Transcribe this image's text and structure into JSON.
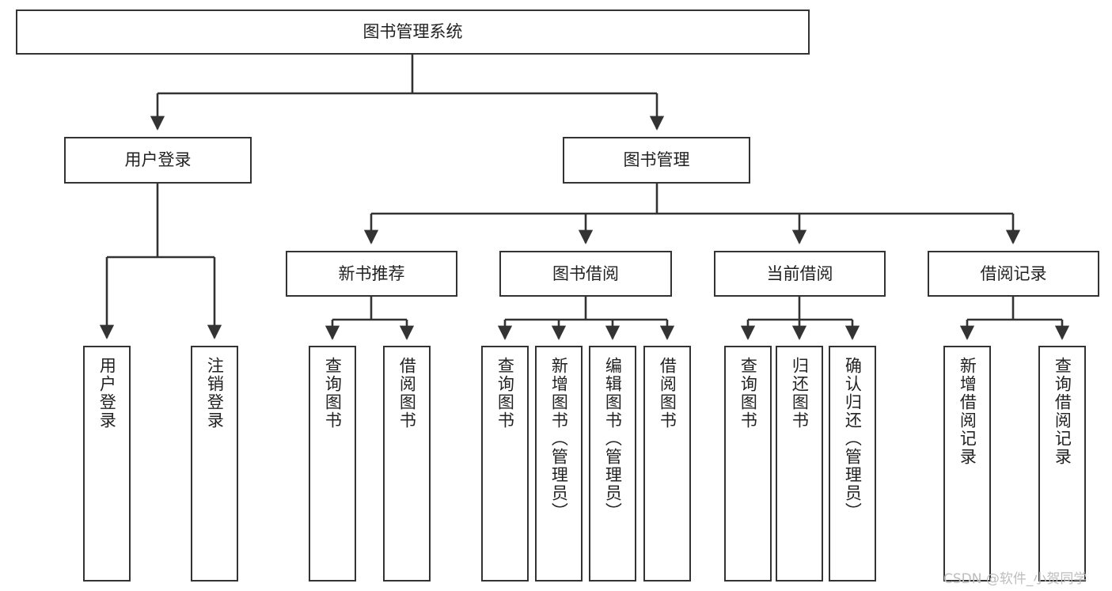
{
  "diagram": {
    "title": "图书管理系统",
    "type": "tree-hierarchy",
    "colors": {
      "stroke": "#333333",
      "box_fill": "#ffffff",
      "text": "#222222",
      "watermark": "#bdbdbd",
      "background": "#ffffff"
    },
    "watermark": "CSDN @软件_小贺同学",
    "nodes": {
      "root": {
        "label": "图书管理系统",
        "level": 1,
        "orientation": "horizontal"
      },
      "user_login": {
        "label": "用户登录",
        "level": 2,
        "orientation": "horizontal"
      },
      "book_manage": {
        "label": "图书管理",
        "level": 2,
        "orientation": "horizontal"
      },
      "new_book_rec": {
        "label": "新书推荐",
        "level": 3,
        "orientation": "horizontal"
      },
      "book_borrow": {
        "label": "图书借阅",
        "level": 3,
        "orientation": "horizontal"
      },
      "current_borrow": {
        "label": "当前借阅",
        "level": 3,
        "orientation": "horizontal"
      },
      "borrow_record": {
        "label": "借阅记录",
        "level": 3,
        "orientation": "horizontal"
      },
      "leaf_user_login": {
        "label": "用户登录",
        "level": 4,
        "orientation": "vertical"
      },
      "leaf_logout": {
        "label": "注销登录",
        "level": 4,
        "orientation": "vertical"
      },
      "leaf_query_book_a": {
        "label": "查询图书",
        "level": 4,
        "orientation": "vertical"
      },
      "leaf_borrow_book_a": {
        "label": "借阅图书",
        "level": 4,
        "orientation": "vertical"
      },
      "leaf_query_book_b": {
        "label": "查询图书",
        "level": 4,
        "orientation": "vertical"
      },
      "leaf_add_book": {
        "label": "新增图书（管理员）",
        "level": 4,
        "orientation": "vertical"
      },
      "leaf_edit_book": {
        "label": "编辑图书（管理员）",
        "level": 4,
        "orientation": "vertical"
      },
      "leaf_borrow_book_b": {
        "label": "借阅图书",
        "level": 4,
        "orientation": "vertical"
      },
      "leaf_query_book_c": {
        "label": "查询图书",
        "level": 4,
        "orientation": "vertical"
      },
      "leaf_return_book": {
        "label": "归还图书",
        "level": 4,
        "orientation": "vertical"
      },
      "leaf_confirm_return": {
        "label": "确认归还（管理员）",
        "level": 4,
        "orientation": "vertical"
      },
      "leaf_add_record": {
        "label": "新增借阅记录",
        "level": 4,
        "orientation": "vertical"
      },
      "leaf_query_record": {
        "label": "查询借阅记录",
        "level": 4,
        "orientation": "vertical"
      }
    },
    "edges": [
      {
        "from": "root",
        "to": "user_login"
      },
      {
        "from": "root",
        "to": "book_manage"
      },
      {
        "from": "user_login",
        "to": "leaf_user_login"
      },
      {
        "from": "user_login",
        "to": "leaf_logout"
      },
      {
        "from": "book_manage",
        "to": "new_book_rec"
      },
      {
        "from": "book_manage",
        "to": "book_borrow"
      },
      {
        "from": "book_manage",
        "to": "current_borrow"
      },
      {
        "from": "book_manage",
        "to": "borrow_record"
      },
      {
        "from": "new_book_rec",
        "to": "leaf_query_book_a"
      },
      {
        "from": "new_book_rec",
        "to": "leaf_borrow_book_a"
      },
      {
        "from": "book_borrow",
        "to": "leaf_query_book_b"
      },
      {
        "from": "book_borrow",
        "to": "leaf_add_book"
      },
      {
        "from": "book_borrow",
        "to": "leaf_edit_book"
      },
      {
        "from": "book_borrow",
        "to": "leaf_borrow_book_b"
      },
      {
        "from": "current_borrow",
        "to": "leaf_query_book_c"
      },
      {
        "from": "current_borrow",
        "to": "leaf_return_book"
      },
      {
        "from": "current_borrow",
        "to": "leaf_confirm_return"
      },
      {
        "from": "borrow_record",
        "to": "leaf_add_record"
      },
      {
        "from": "borrow_record",
        "to": "leaf_query_record"
      }
    ]
  }
}
